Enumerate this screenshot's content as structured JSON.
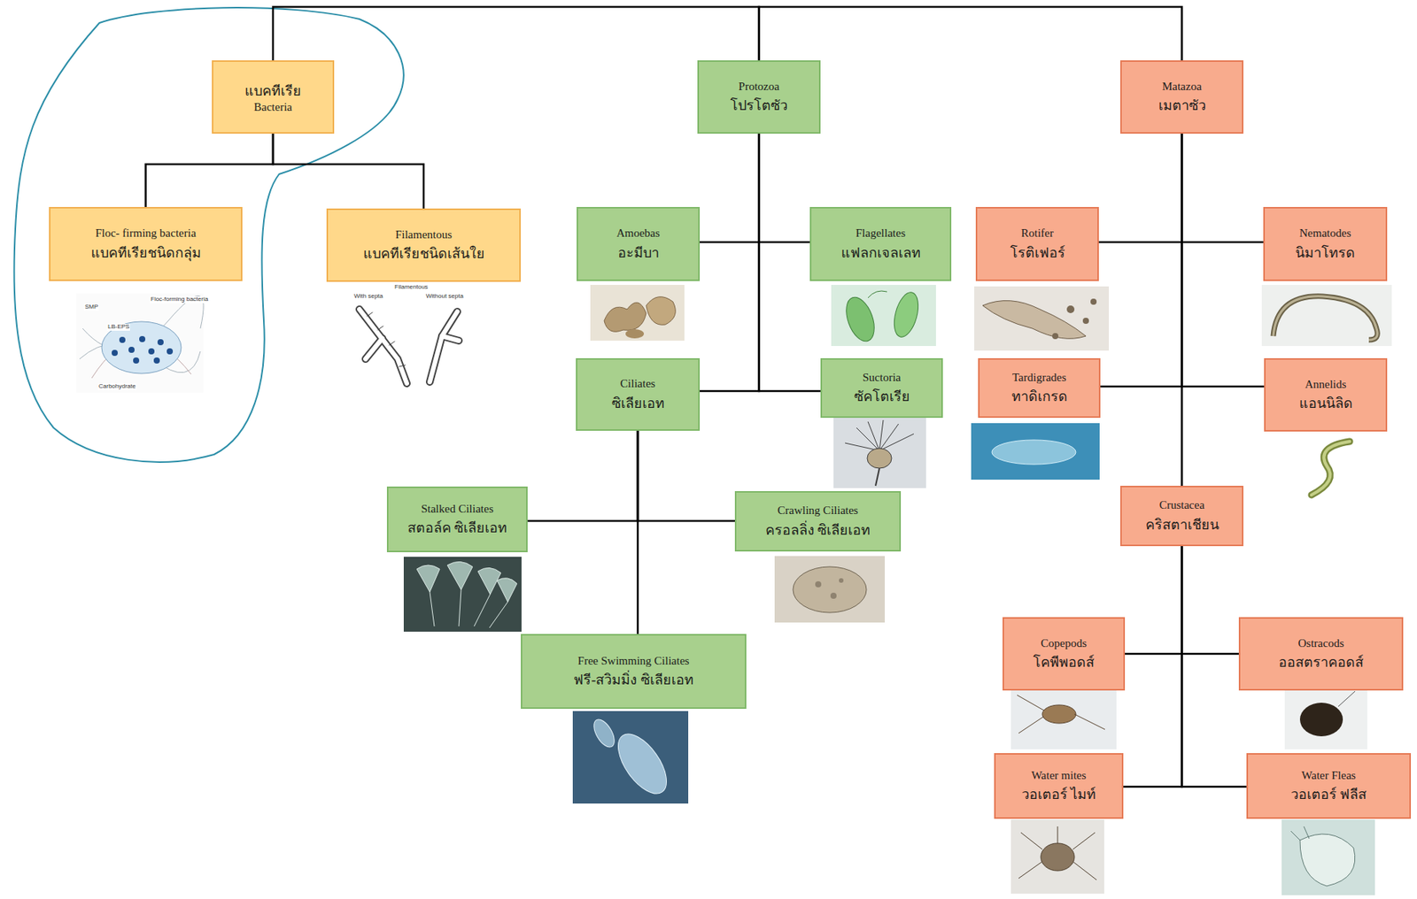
{
  "diagram": {
    "nodes": [
      {
        "text": [
          "แบคทีเรีย",
          "Bacteria"
        ]
      },
      {
        "text": [
          "Protozoa",
          "โปรโตซัว"
        ]
      },
      {
        "text": [
          "Matazoa",
          "เมตาซัว"
        ]
      },
      {
        "text": [
          "Floc- firming bacteria",
          "แบคทีเรียชนิดกลุ่ม"
        ]
      },
      {
        "text": [
          "Filamentous",
          "แบคทีเรียชนิดเส้นใย"
        ]
      },
      {
        "text": [
          "Amoebas",
          "อะมีบา"
        ]
      },
      {
        "text": [
          "Flagellates",
          "แฟลกเจลเลท"
        ]
      },
      {
        "text": [
          "Rotifer",
          "โรติเฟอร์"
        ]
      },
      {
        "text": [
          "Nematodes",
          "นิมาโทรด"
        ]
      },
      {
        "text": [
          "Ciliates",
          "ซิเลียเอท"
        ]
      },
      {
        "text": [
          "Suctoria",
          "ซัคโตเรีย"
        ]
      },
      {
        "text": [
          "Tardigrades",
          "ทาดิเกรด"
        ]
      },
      {
        "text": [
          "Annelids",
          "แอนนิลิด"
        ]
      },
      {
        "text": [
          "Stalked Ciliates",
          "สตอล์ค ซิเลียเอท"
        ]
      },
      {
        "text": [
          "Crawling Ciliates",
          "ครอลลิ่ง ซิเลียเอท"
        ]
      },
      {
        "text": [
          "Crustacea",
          "คริสตาเชียน"
        ]
      },
      {
        "text": [
          "Free Swimming Ciliates",
          "ฟรี-สวิมมิ่ง ซิเลียเอท"
        ]
      },
      {
        "text": [
          "Copepods",
          "โคพีพอดส์"
        ]
      },
      {
        "text": [
          "Ostracods",
          "ออสตราคอดส์"
        ]
      },
      {
        "text": [
          "Water mites",
          "วอเตอร์ ไมท์"
        ]
      },
      {
        "text": [
          "Water Fleas",
          "วอเตอร์ ฟลีส"
        ]
      }
    ],
    "edges": [
      {
        "from": 0,
        "to": 1,
        "arrow": "none"
      },
      {
        "from": 1,
        "to": 2,
        "arrow": "none"
      },
      {
        "from": 0,
        "to": 3,
        "arrow": "none"
      },
      {
        "from": 0,
        "to": 4,
        "arrow": "none"
      },
      {
        "from": 1,
        "to": 5,
        "arrow": "none"
      },
      {
        "from": 1,
        "to": 6,
        "arrow": "none"
      },
      {
        "from": 1,
        "to": 9,
        "arrow": "none"
      },
      {
        "from": 1,
        "to": 10,
        "arrow": "none"
      },
      {
        "from": 2,
        "to": 7,
        "arrow": "none"
      },
      {
        "from": 2,
        "to": 8,
        "arrow": "none"
      },
      {
        "from": 2,
        "to": 11,
        "arrow": "none"
      },
      {
        "from": 2,
        "to": 12,
        "arrow": "none"
      },
      {
        "from": 2,
        "to": 15,
        "arrow": "none"
      },
      {
        "from": 9,
        "to": 13,
        "arrow": "none"
      },
      {
        "from": 9,
        "to": 14,
        "arrow": "none"
      },
      {
        "from": 9,
        "to": 16,
        "arrow": "none"
      },
      {
        "from": 15,
        "to": 17,
        "arrow": "none"
      },
      {
        "from": 15,
        "to": 18,
        "arrow": "none"
      },
      {
        "from": 15,
        "to": 19,
        "arrow": "none"
      },
      {
        "from": 15,
        "to": 20,
        "arrow": "none"
      }
    ],
    "labels": [
      "SMP",
      "Floc-forming bacteria",
      "LB-EPS",
      "Carbohydrate",
      "Filamentous",
      "With septa",
      "Without septa"
    ]
  }
}
